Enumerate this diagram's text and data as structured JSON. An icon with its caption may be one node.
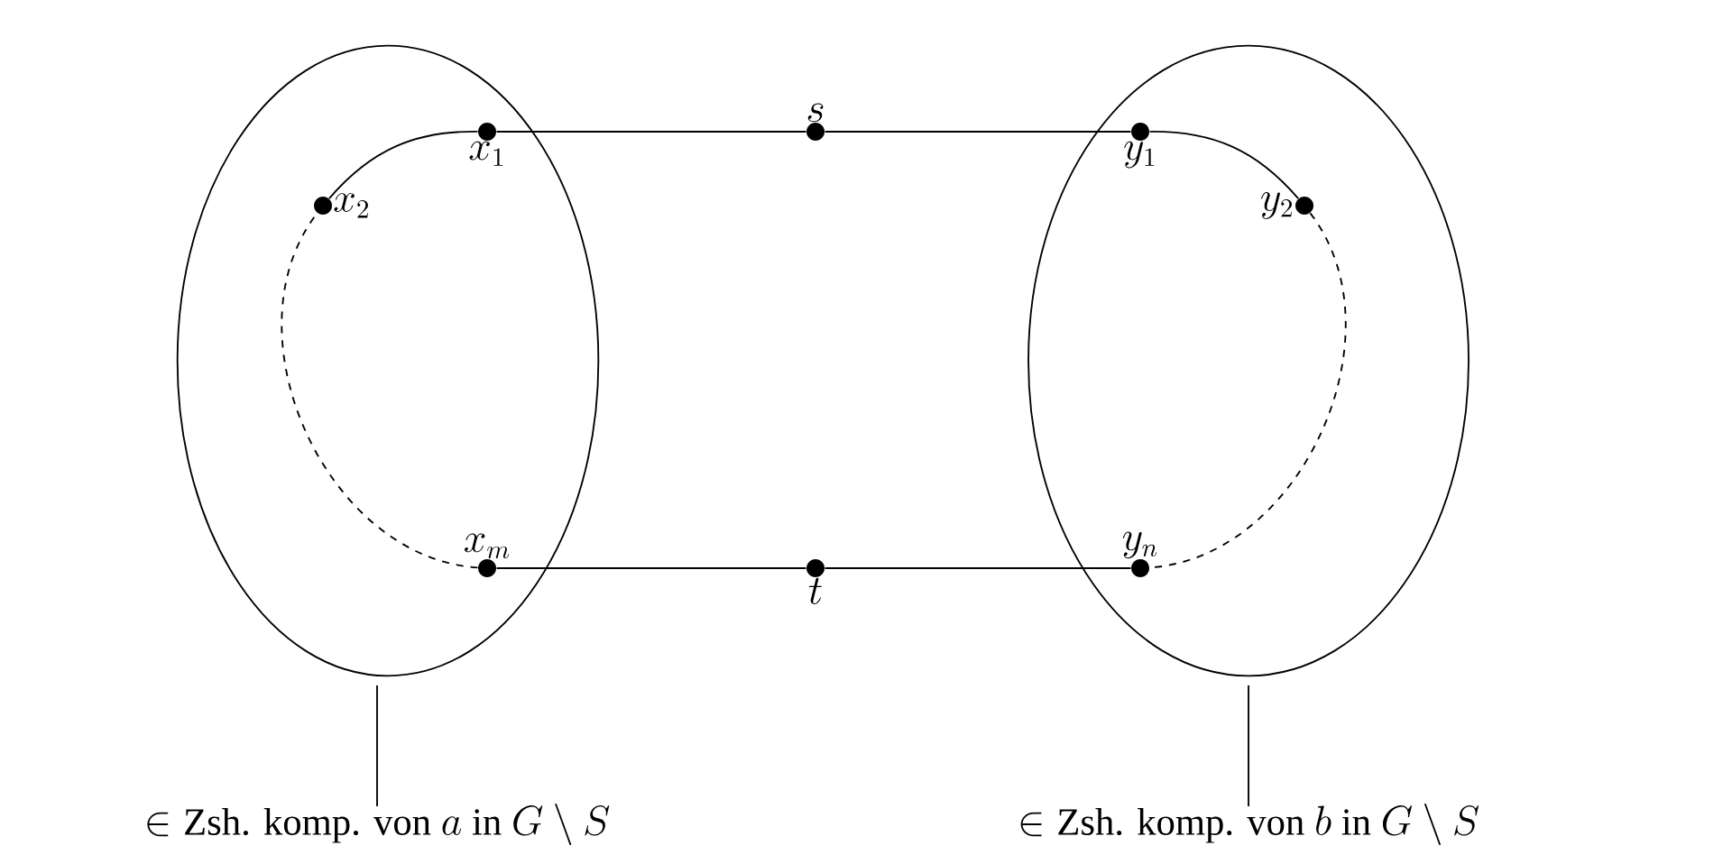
{
  "diagram": {
    "nodes": [
      {
        "text": [],
        "shape": "ellipse"
      },
      {
        "text": [],
        "shape": "ellipse"
      },
      {
        "text": [],
        "shape": "circle",
        "beside": [
          "x_1"
        ],
        "in": 0
      },
      {
        "text": [],
        "shape": "circle",
        "beside": [
          "x_2"
        ],
        "in": 0
      },
      {
        "text": [],
        "shape": "circle",
        "beside": [
          "x_m"
        ],
        "in": 0
      },
      {
        "text": [],
        "shape": "circle",
        "beside": [
          "s"
        ]
      },
      {
        "text": [],
        "shape": "circle",
        "beside": [
          "t"
        ]
      },
      {
        "text": [],
        "shape": "circle",
        "beside": [
          "y_1"
        ],
        "in": 1
      },
      {
        "text": [],
        "shape": "circle",
        "beside": [
          "y_2"
        ],
        "in": 1
      },
      {
        "text": [],
        "shape": "circle",
        "beside": [
          "y_n"
        ],
        "in": 1
      },
      {
        "text": [
          "\\in \\text{Zsh. komp. von } a \\text{ in } G \\setminus S"
        ]
      },
      {
        "text": [
          "\\in \\text{Zsh. komp. von } b \\text{ in } G \\setminus S"
        ]
      }
    ],
    "edges": [
      {
        "from": 3,
        "to": 2,
        "arrow": "none"
      },
      {
        "from": 2,
        "to": 5,
        "arrow": "none"
      },
      {
        "from": 5,
        "to": 7,
        "arrow": "none"
      },
      {
        "from": 7,
        "to": 8,
        "arrow": "none"
      },
      {
        "from": 8,
        "to": 9,
        "arrow": "none",
        "style": "dashed"
      },
      {
        "from": 9,
        "to": 6,
        "arrow": "none"
      },
      {
        "from": 6,
        "to": 4,
        "arrow": "none"
      },
      {
        "from": 4,
        "to": 3,
        "arrow": "none",
        "style": "dashed"
      },
      {
        "from": 10,
        "to": 0,
        "arrow": "none"
      },
      {
        "from": 11,
        "to": 1,
        "arrow": "none"
      }
    ]
  }
}
